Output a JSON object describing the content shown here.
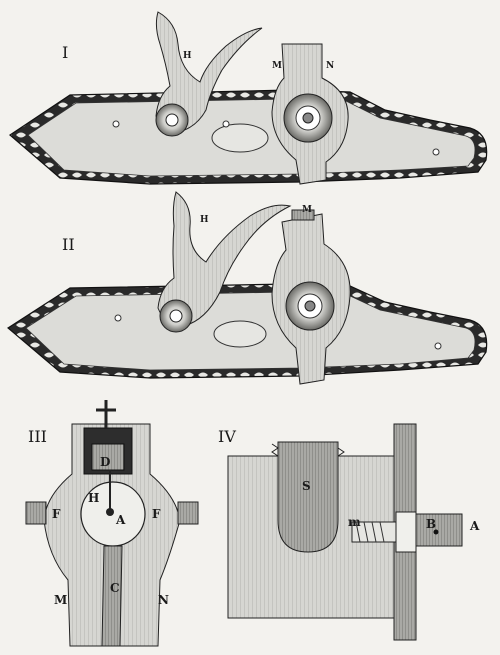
{
  "figures": {
    "fig1": {
      "numeral": "I",
      "labels": {
        "hammer": "H",
        "m": "M",
        "n": "N"
      }
    },
    "fig2": {
      "numeral": "II",
      "labels": {
        "hammer": "H",
        "m": "M"
      }
    },
    "fig3": {
      "numeral": "III",
      "labels": {
        "d": "D",
        "h": "H",
        "a": "A",
        "f_left": "F",
        "f_right": "F",
        "c": "C",
        "m": "M",
        "n": "N"
      }
    },
    "fig4": {
      "numeral": "IV",
      "labels": {
        "s": "S",
        "m": "m",
        "b": "B",
        "a": "A"
      }
    }
  },
  "colors": {
    "ink": "#1a1a1a",
    "paper": "#f3f2ee",
    "shade": "#b9b9b9",
    "plate": "#d9d9d6"
  },
  "icons": [
    "lock-plate",
    "hammer",
    "tumbler-wheel",
    "border-chain"
  ]
}
